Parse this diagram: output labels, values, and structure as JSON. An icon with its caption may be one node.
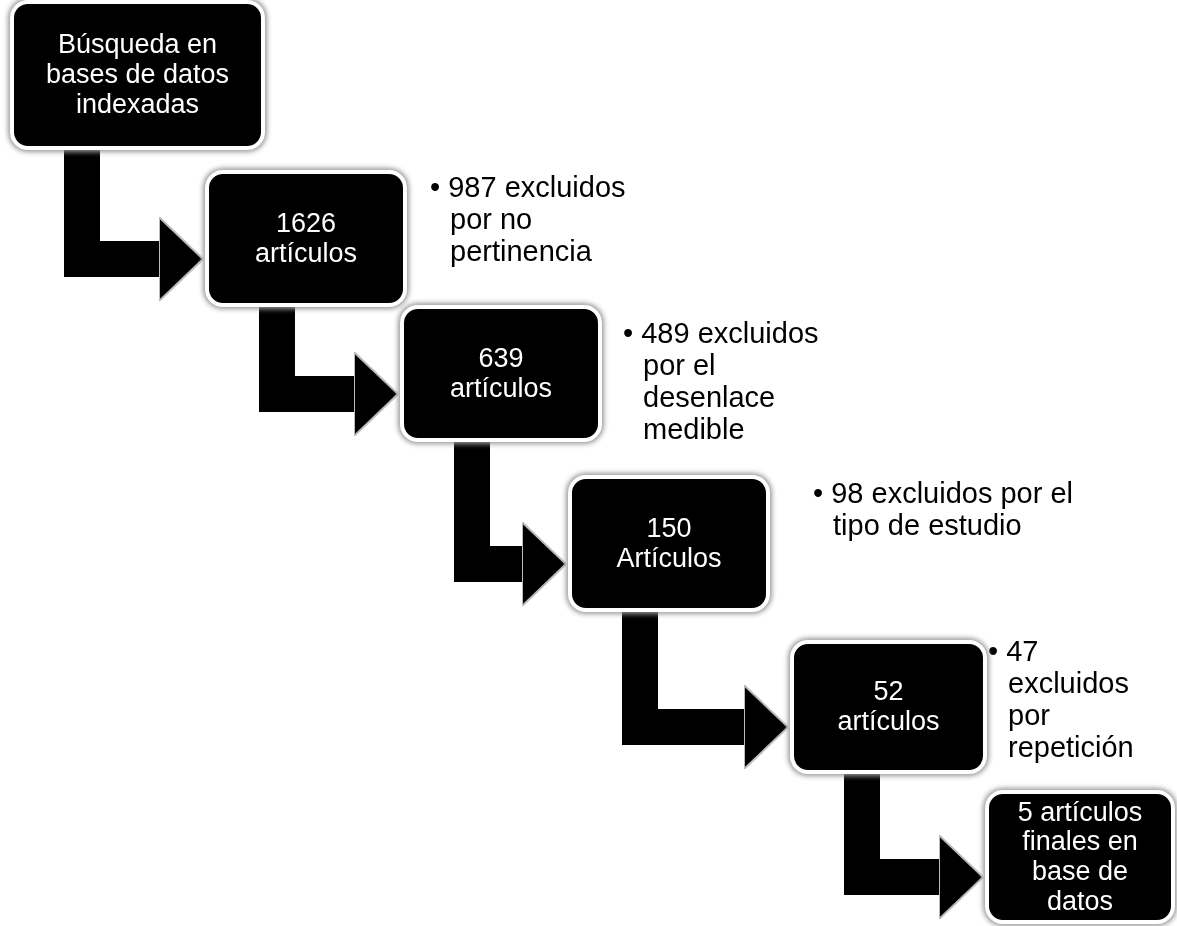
{
  "diagram": {
    "nodes": [
      {
        "text": [
          "Búsqueda en bases de datos indexadas"
        ]
      },
      {
        "text": [
          "1626 artículos"
        ],
        "beside": [
          "• 987 excluidos por no pertinencia"
        ]
      },
      {
        "text": [
          "639 artículos"
        ],
        "beside": [
          "• 489 excluidos por el desenlace medible"
        ]
      },
      {
        "text": [
          "150 Artículos"
        ],
        "beside": [
          "• 98 excluidos por el tipo de estudio"
        ]
      },
      {
        "text": [
          "52 artículos"
        ],
        "beside": [
          "• 47 excluidos por repetición"
        ]
      },
      {
        "text": [
          "5 artículos finales en base de datos"
        ]
      }
    ],
    "edges": [
      {
        "from": 0,
        "to": 1,
        "arrow": "to"
      },
      {
        "from": 1,
        "to": 2,
        "arrow": "to"
      },
      {
        "from": 2,
        "to": 3,
        "arrow": "to"
      },
      {
        "from": 3,
        "to": 4,
        "arrow": "to"
      },
      {
        "from": 4,
        "to": 5,
        "arrow": "to"
      }
    ]
  }
}
